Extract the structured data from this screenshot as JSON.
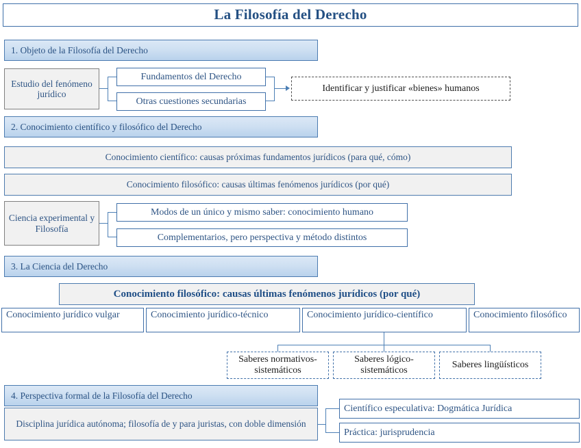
{
  "title": "La Filosofía del Derecho",
  "colors": {
    "accent_blue": "#2e5484",
    "border_blue": "#3f6fa8",
    "header_gradient_top": "#dce8f6",
    "header_gradient_bottom": "#b9d2ec",
    "gray_fill": "#f1f1f1",
    "gray_border": "#7f7f7f",
    "connector": "#4c7fb5",
    "dashed_border": "#4a4a4a"
  },
  "sections": [
    {
      "id": "objeto",
      "header": "1. Objeto de la Filosofía del Derecho",
      "root": "Estudio del fenómeno jurídico",
      "branches": [
        "Fundamentos del Derecho",
        "Otras cuestiones secundarias"
      ],
      "outcome": "Identificar y justificar «bienes» humanos"
    },
    {
      "id": "conocimiento",
      "header": "2. Conocimiento científico y filosófico del Derecho",
      "bands": [
        "Conocimiento científico: causas próximas fundamentos jurídicos (para qué, cómo)",
        "Conocimiento filosófico: causas últimas fenómenos jurídicos (por qué)"
      ],
      "root": "Ciencia experimental y Filosofía",
      "branches": [
        "Modos de un único y mismo saber: conocimiento humano",
        "Complementarios, pero perspectiva y método distintos"
      ]
    },
    {
      "id": "ciencia",
      "header": "3. La Ciencia del Derecho",
      "banner": "Conocimiento filosófico: causas últimas fenómenos jurídicos (por qué)",
      "columns": [
        "Conocimiento jurídico vulgar",
        "Conocimiento jurídico-técnico",
        "Conocimiento jurídico-científico",
        "Conocimiento filosófico"
      ],
      "saberes": [
        "Saberes normativos-sistemáticos",
        "Saberes lógico-sistemáticos",
        "Saberes lingüísticos"
      ]
    },
    {
      "id": "perspectiva",
      "header": "4. Perspectiva formal de la Filosofía del Derecho",
      "root": "Disciplina jurídica autónoma; filosofía de y para juristas, con doble dimensión",
      "branches": [
        "Científico especulativa: Dogmática Jurídica",
        "Práctica: jurisprudencia"
      ]
    }
  ]
}
